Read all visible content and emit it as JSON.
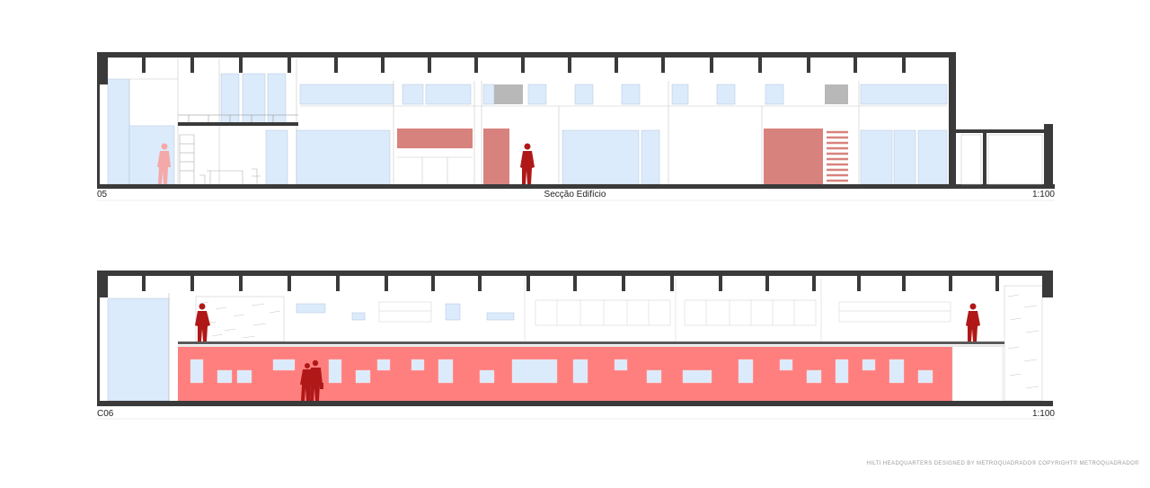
{
  "section_top": {
    "number": "05",
    "title": "Secção Edifício",
    "scale": "1:100"
  },
  "section_bottom": {
    "number": "C06",
    "scale": "1:100"
  },
  "credit": "HILTI HEADQUARTERS DESIGNED BY METROQUADRADO® COPYRIGHT© METROQUADRADO®",
  "colors": {
    "wall": "#3a3a3a",
    "glass": "#dcebfb",
    "accent_red": "#d8827e",
    "figure": "#b01818",
    "figure_light": "#f4a8a8",
    "bright_red": "#ff7f7f",
    "gray_panel": "#b8b8b8"
  }
}
